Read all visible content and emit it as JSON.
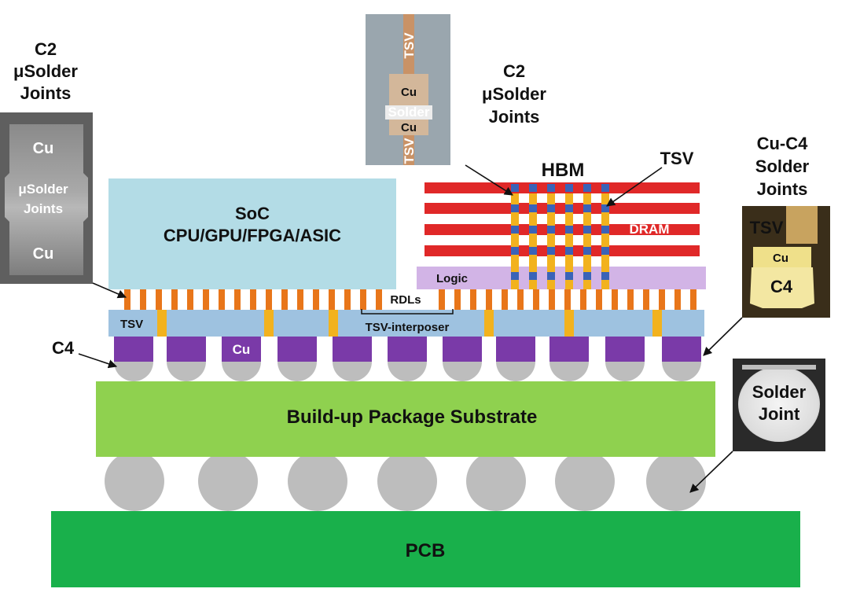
{
  "labels": {
    "c2_left_line1": "C2",
    "c2_left_line2": "μSolder",
    "c2_left_line3": "Joints",
    "c2_top_line1": "C2",
    "c2_top_line2": "μSolder",
    "c2_top_line3": "Joints",
    "cuc4_line1": "Cu-C4",
    "cuc4_line2": "Solder",
    "cuc4_line3": "Joints",
    "soc_line1": "SoC",
    "soc_line2": "CPU/GPU/FPGA/ASIC",
    "hbm": "HBM",
    "tsv_hbm": "TSV",
    "dram": "DRAM",
    "logic": "Logic",
    "rdls": "RDLs",
    "tsv_left": "TSV",
    "tsv_interposer": "TSV-interposer",
    "cu_pad": "Cu",
    "c4": "C4",
    "substrate": "Build-up Package Substrate",
    "pcb": "PCB",
    "solder_joint_line1": "Solder",
    "solder_joint_line2": "Joint"
  },
  "micrographs": {
    "left": {
      "cu_top": "Cu",
      "solder_line1": "μSolder",
      "solder_line2": "Joints",
      "cu_bottom": "Cu"
    },
    "top": {
      "tsv_top": "TSV",
      "cu_top": "Cu",
      "solder": "Solder",
      "cu_bottom": "Cu",
      "tsv_bottom": "TSV"
    },
    "right": {
      "tsv": "TSV",
      "cu": "Cu",
      "c4": "C4"
    }
  },
  "colors": {
    "soc": "#b3dce6",
    "hbm_dram_layer": "#e02828",
    "logic": "#d2b4e6",
    "rdl_orange": "#e8761a",
    "interposer": "#9ec2e0",
    "tsv_gold": "#f2b21e",
    "cu_pad": "#7a3aa8",
    "solder_gray": "#bdbdbd",
    "substrate": "#8fd14f",
    "pcb": "#19b04b",
    "via_blue": "#3a63b8"
  }
}
